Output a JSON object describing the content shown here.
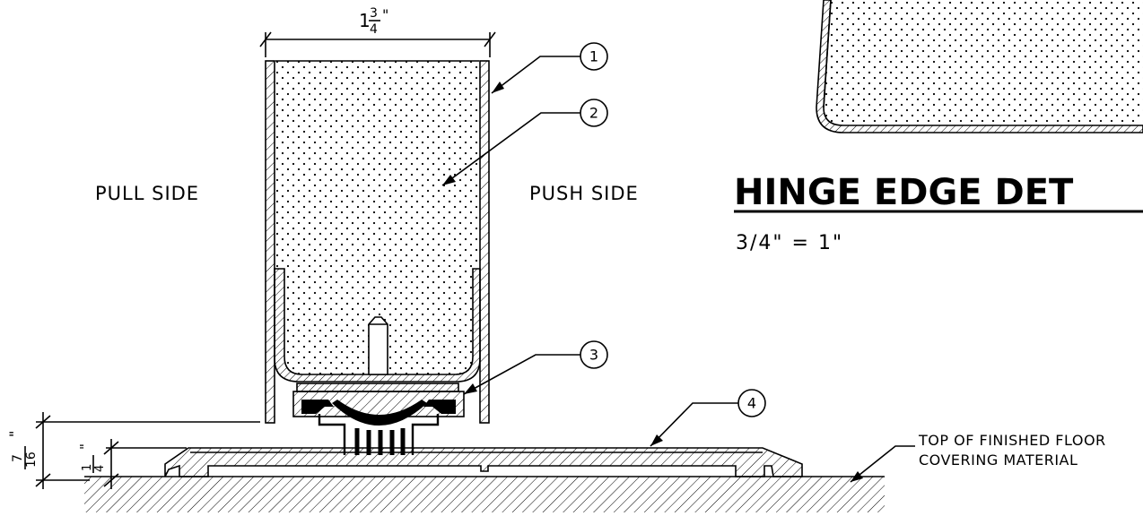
{
  "labels": {
    "pull_side": "PULL SIDE",
    "push_side": "PUSH SIDE",
    "floor_line1": "TOP OF FINISHED FLOOR",
    "floor_line2": "COVERING MATERIAL"
  },
  "detail": {
    "title": "HINGE EDGE DET",
    "scale": "3/4\"  =  1\""
  },
  "dimensions": {
    "door_width_whole": "1",
    "door_width_num": "3",
    "door_width_den": "4",
    "door_width_unit": "\"",
    "gap_num": "7",
    "gap_den": "16",
    "gap_unit": "\"",
    "threshold_num": "1",
    "threshold_den": "4",
    "threshold_unit": "\""
  },
  "callouts": [
    "1",
    "2",
    "3",
    "4"
  ],
  "colors": {
    "line": "#000000",
    "background": "#ffffff"
  }
}
